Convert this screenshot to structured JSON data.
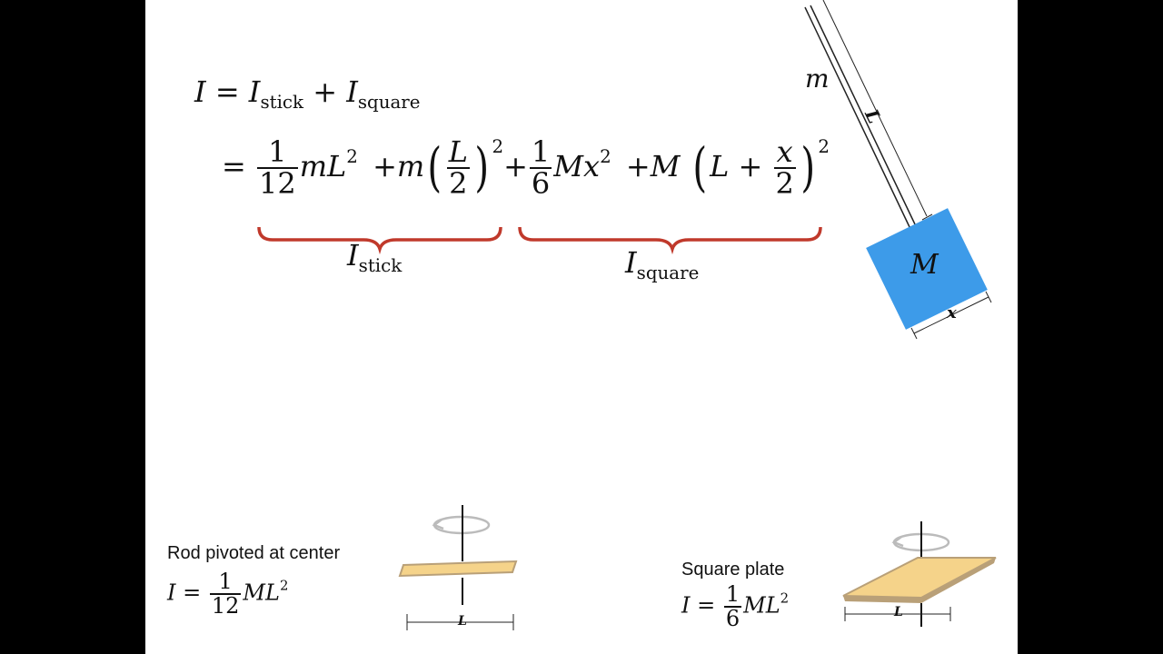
{
  "equation": {
    "line1": {
      "I": "I",
      "equals": "=",
      "I_stick": "I",
      "stick_sub": "stick",
      "plus": "+",
      "I_square": "I",
      "square_sub": "square"
    },
    "line2": {
      "equals": "=",
      "t1_num": "1",
      "t1_den": "12",
      "t1_m": "m",
      "t1_L": "L",
      "t1_exp": "2",
      "t2_plus": "+",
      "t2_m": "m",
      "t2_num": "L",
      "t2_den": "2",
      "t2_exp": "2",
      "t3_plus": "+",
      "t3_num": "1",
      "t3_den": "6",
      "t3_M": "M",
      "t3_x": "x",
      "t3_exp": "2",
      "t4_plus": "+",
      "t4_M": "M",
      "t4_L": "L",
      "t4_inner_plus": "+",
      "t4_num": "x",
      "t4_den": "2",
      "t4_exp": "2"
    },
    "brace_labels": {
      "stick_I": "I",
      "stick_sub": "stick",
      "square_I": "I",
      "square_sub": "square"
    }
  },
  "pendulum": {
    "rod_mass": "m",
    "rod_length": "L",
    "block_mass": "M",
    "block_side": "x"
  },
  "rod_example": {
    "caption": "Rod pivoted at center",
    "I": "I",
    "equals": "=",
    "num": "1",
    "den": "12",
    "ML": "ML",
    "exp": "2",
    "dim_label": "L"
  },
  "plate_example": {
    "caption": "Square plate",
    "I": "I",
    "equals": "=",
    "num": "1",
    "den": "6",
    "ML": "ML",
    "exp": "2",
    "dim_label": "L"
  },
  "colors": {
    "brace": "#c0392b",
    "block": "#3d9be9",
    "wood": "#f5d38a",
    "background": "#ffffff",
    "letterbox": "#000000"
  }
}
